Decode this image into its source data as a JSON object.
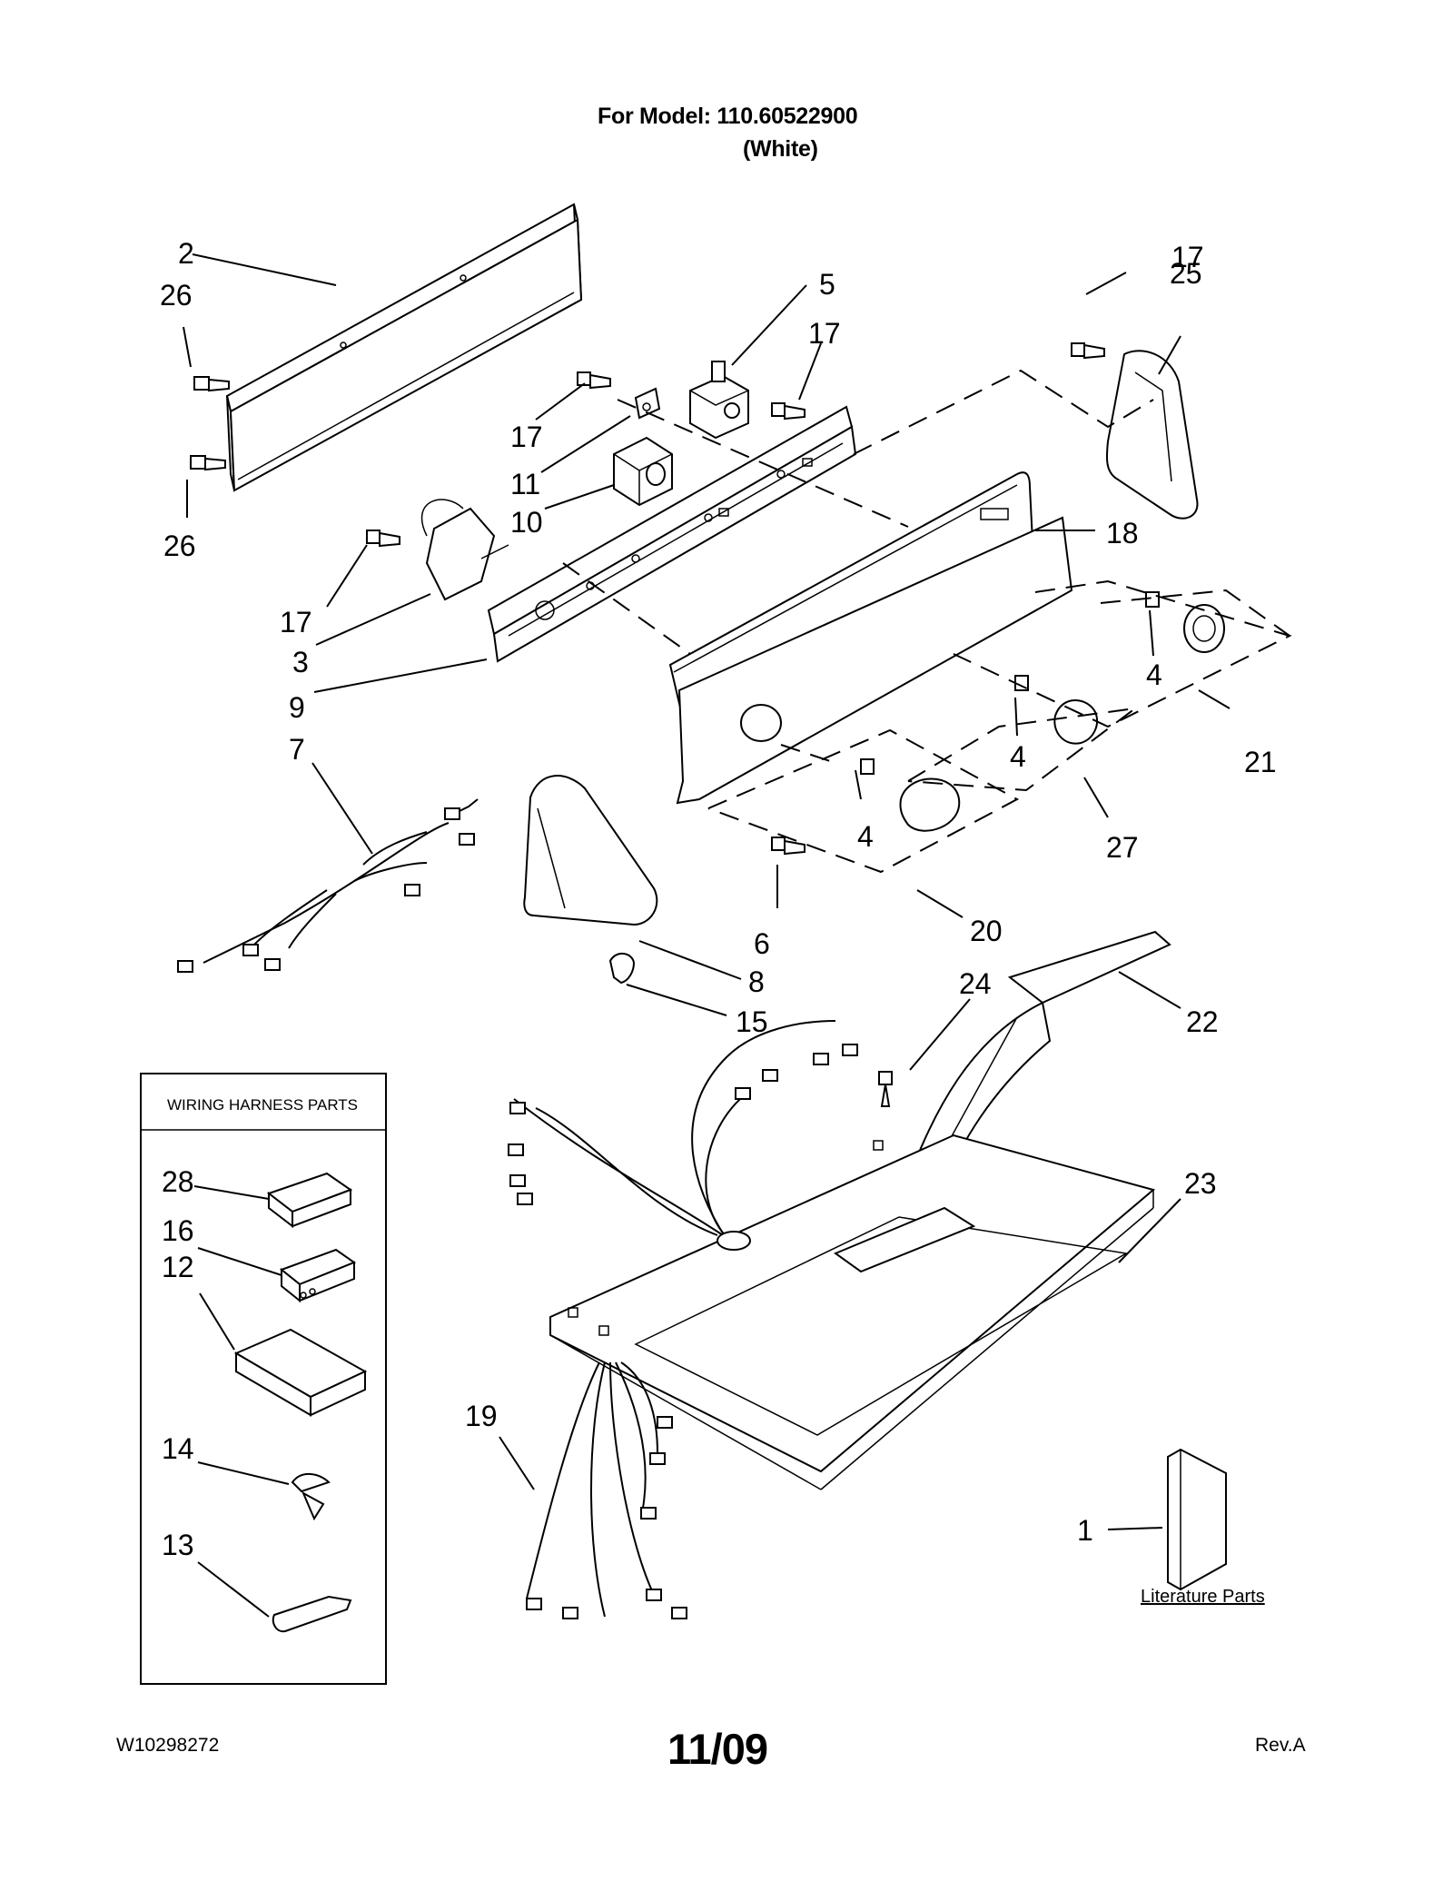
{
  "header": {
    "model_line": "For Model: 110.60522900",
    "color_line": "(White)"
  },
  "callouts": {
    "c1": "1",
    "c2": "2",
    "c3": "3",
    "c4a": "4",
    "c4b": "4",
    "c4c": "4",
    "c5": "5",
    "c6": "6",
    "c7": "7",
    "c8": "8",
    "c9": "9",
    "c10": "10",
    "c11": "11",
    "c15": "15",
    "c17a": "17",
    "c17b": "17",
    "c17c": "17",
    "c17d": "17",
    "c18": "18",
    "c19": "19",
    "c20": "20",
    "c21": "21",
    "c22": "22",
    "c23": "23",
    "c24": "24",
    "c25": "25",
    "c26a": "26",
    "c26b": "26",
    "c27": "27"
  },
  "harness_box": {
    "title": "WIRING HARNESS PARTS",
    "c28": "28",
    "c16": "16",
    "c12": "12",
    "c14": "14",
    "c13": "13"
  },
  "literature_label": "Literature Parts",
  "footer": {
    "doc_number": "W10298272",
    "date": "11/09",
    "revision": "Rev.A"
  }
}
